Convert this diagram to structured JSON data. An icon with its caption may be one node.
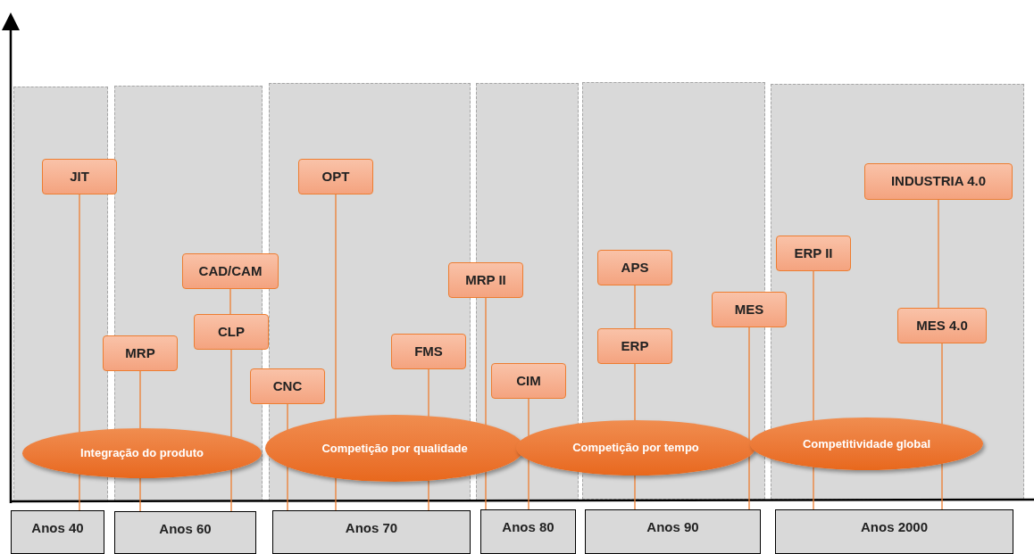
{
  "diagram": {
    "nodes": [
      {
        "text": [
          "JIT"
        ]
      },
      {
        "text": [
          "MRP"
        ]
      },
      {
        "text": [
          "CAD/CAM"
        ]
      },
      {
        "text": [
          "CLP"
        ]
      },
      {
        "text": [
          "CNC"
        ]
      },
      {
        "text": [
          "OPT"
        ]
      },
      {
        "text": [
          "FMS"
        ]
      },
      {
        "text": [
          "MRP II"
        ]
      },
      {
        "text": [
          "CIM"
        ]
      },
      {
        "text": [
          "APS"
        ]
      },
      {
        "text": [
          "ERP"
        ]
      },
      {
        "text": [
          "MES"
        ]
      },
      {
        "text": [
          "ERP II"
        ]
      },
      {
        "text": [
          "INDUSTRIA 4.0"
        ]
      },
      {
        "text": [
          "MES 4.0"
        ]
      },
      {
        "text": [
          "Integração do produto"
        ]
      },
      {
        "text": [
          "Competição por qualidade"
        ]
      },
      {
        "text": [
          "Competição por tempo"
        ]
      },
      {
        "text": [
          "Competitividade global"
        ]
      },
      {
        "text": [
          "Anos 40"
        ]
      },
      {
        "text": [
          "Anos 60"
        ]
      },
      {
        "text": [
          "Anos 70"
        ]
      },
      {
        "text": [
          "Anos 80"
        ]
      },
      {
        "text": [
          "Anos 90"
        ]
      },
      {
        "text": [
          "Anos 2000"
        ]
      }
    ],
    "edges": [
      {
        "from": 0,
        "to": 15,
        "arrow": "none"
      },
      {
        "from": 15,
        "to": 19,
        "arrow": "none"
      },
      {
        "from": 1,
        "to": 15,
        "arrow": "none"
      },
      {
        "from": 15,
        "to": 20,
        "arrow": "none"
      },
      {
        "from": 2,
        "to": 3,
        "arrow": "none"
      },
      {
        "from": 3,
        "to": 15,
        "arrow": "none"
      },
      {
        "from": 15,
        "to": 20,
        "arrow": "none"
      },
      {
        "from": 4,
        "to": 16,
        "arrow": "none"
      },
      {
        "from": 16,
        "to": 21,
        "arrow": "none"
      },
      {
        "from": 5,
        "to": 16,
        "arrow": "none"
      },
      {
        "from": 16,
        "to": 21,
        "arrow": "none"
      },
      {
        "from": 6,
        "to": 16,
        "arrow": "none"
      },
      {
        "from": 16,
        "to": 21,
        "arrow": "none"
      },
      {
        "from": 7,
        "to": 16,
        "arrow": "none"
      },
      {
        "from": 16,
        "to": 22,
        "arrow": "none"
      },
      {
        "from": 8,
        "to": 17,
        "arrow": "none"
      },
      {
        "from": 17,
        "to": 22,
        "arrow": "none"
      },
      {
        "from": 9,
        "to": 10,
        "arrow": "none"
      },
      {
        "from": 10,
        "to": 17,
        "arrow": "none"
      },
      {
        "from": 17,
        "to": 23,
        "arrow": "none"
      },
      {
        "from": 11,
        "to": 17,
        "arrow": "none"
      },
      {
        "from": 17,
        "to": 23,
        "arrow": "none"
      },
      {
        "from": 12,
        "to": 18,
        "arrow": "none"
      },
      {
        "from": 18,
        "to": 24,
        "arrow": "none"
      },
      {
        "from": 13,
        "to": 14,
        "arrow": "none"
      },
      {
        "from": 14,
        "to": 18,
        "arrow": "none"
      },
      {
        "from": 18,
        "to": 24,
        "arrow": "none"
      }
    ]
  }
}
